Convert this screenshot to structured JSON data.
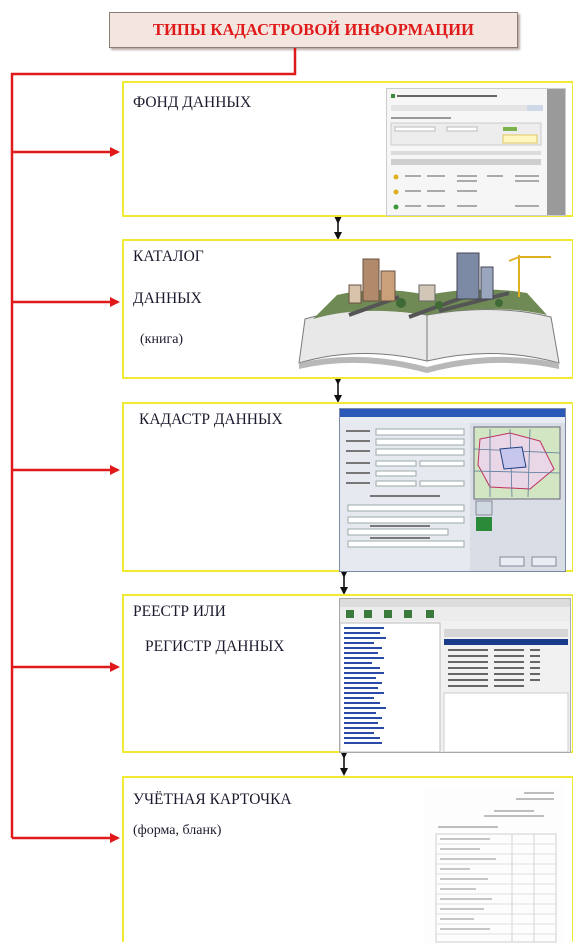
{
  "title": "ТИПЫ КАДАСТРОВОЙ ИНФОРМАЦИИ",
  "cards": [
    {
      "lines": [
        "ФОНД ДАННЫХ"
      ]
    },
    {
      "lines": [
        "КАТАЛОГ",
        "ДАННЫХ",
        "(книга)"
      ]
    },
    {
      "lines": [
        "КАДАСТР ДАННЫХ"
      ]
    },
    {
      "lines": [
        "РЕЕСТР ИЛИ",
        "РЕГИСТР ДАННЫХ"
      ]
    },
    {
      "lines": [
        "УЧЁТНАЯ КАРТОЧКА",
        "(форма, бланк)"
      ]
    }
  ],
  "colors": {
    "arrow": "#e01a1a",
    "card_border": "#f2ea30",
    "title_text": "#e01a1a",
    "title_bg": "#f3e6e0"
  }
}
